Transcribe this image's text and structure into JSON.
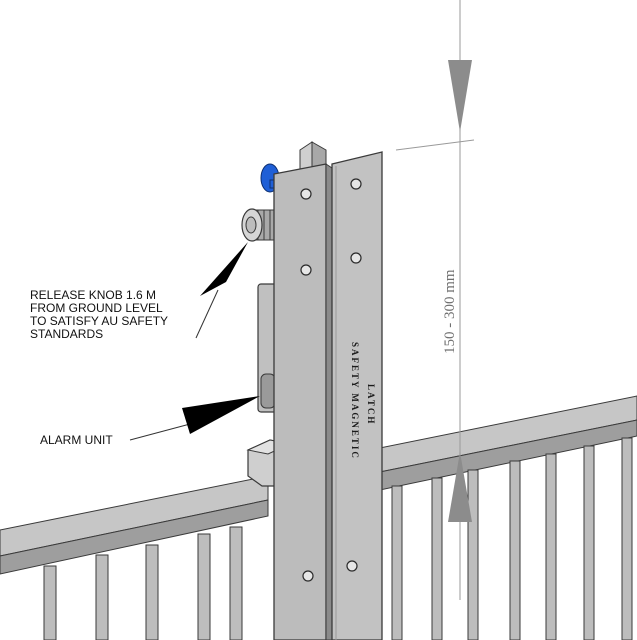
{
  "callouts": {
    "release_knob": [
      "RELEASE KNOB 1.6 M",
      "FROM GROUND LEVEL",
      "TO SATISFY AU SAFETY",
      "STANDARDS"
    ],
    "alarm_unit": "ALARM UNIT"
  },
  "dimension_label": "150 - 300 mm",
  "latch_label": [
    "SAFETY MAGNETIC",
    "LATCH"
  ],
  "colors": {
    "background": "#ffffff",
    "metal": "#b9b9b9",
    "metal_light": "#cfcfcf",
    "metal_dark": "#8a8a8a",
    "outline": "#3a3a3a",
    "knob_blue": "#1f5fd6",
    "arrow": "#000000",
    "dimension": "#8c8c8c"
  },
  "icons": [
    "release-knob-icon",
    "alarm-unit-icon",
    "dimension-arrow-icon"
  ]
}
